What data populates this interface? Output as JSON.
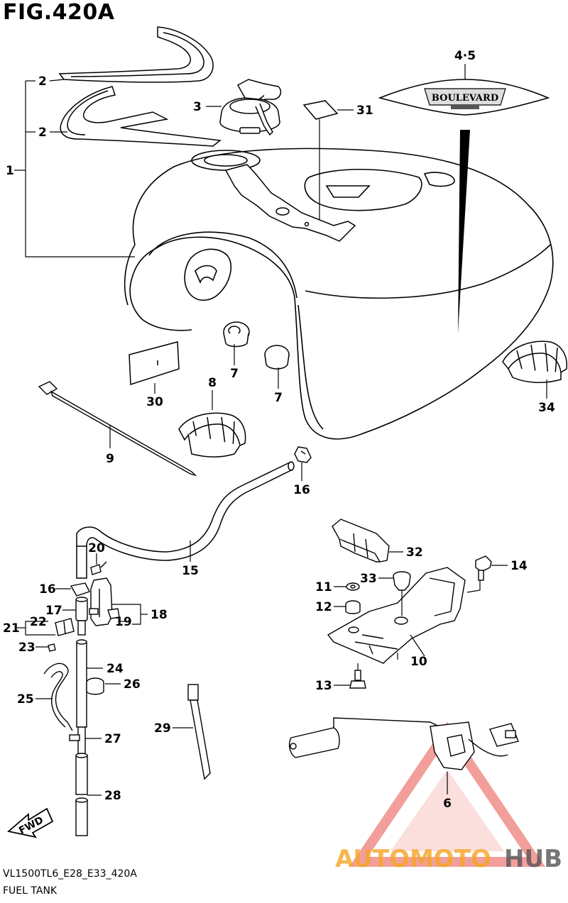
{
  "figure": {
    "title": "FIG.420A",
    "code": "VL1500TL6_E28_E33_420A",
    "name": "FUEL TANK"
  },
  "callouts": {
    "c1": "1",
    "c2a": "2",
    "c2b": "2",
    "c3": "3",
    "c45": "4·5",
    "c31": "31",
    "c30": "30",
    "c7a": "7",
    "c7b": "7",
    "c8": "8",
    "c9": "9",
    "c34": "34",
    "c16a": "16",
    "c15": "15",
    "c20": "20",
    "c16b": "16",
    "c17": "17",
    "c18": "18",
    "c19": "19",
    "c21": "21",
    "c22": "22",
    "c23": "23",
    "c24": "24",
    "c25": "25",
    "c26": "26",
    "c27": "27",
    "c28": "28",
    "c29": "29",
    "c32": "32",
    "c33": "33",
    "c14": "14",
    "c11": "11",
    "c12": "12",
    "c10": "10",
    "c13": "13",
    "c6": "6"
  },
  "emblem_text": "BOULEVARD",
  "fwd_label": "FWD",
  "watermark": {
    "part1": "AUTOMOTO",
    "part2": "HUB",
    "color_accent": "#f5a623",
    "color_triangle": "#e8524a",
    "color_hub": "#555555"
  }
}
